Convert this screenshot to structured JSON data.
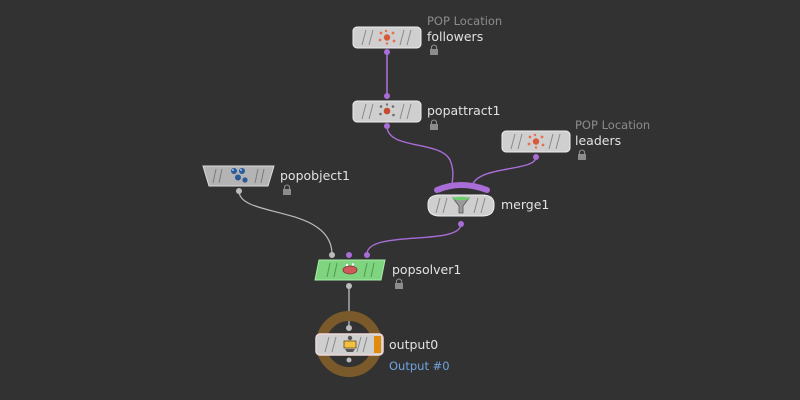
{
  "nodes": {
    "followers": {
      "name": "followers",
      "type_label": "POP Location",
      "icon": "pop-location-icon"
    },
    "popattract1": {
      "name": "popattract1",
      "icon": "pop-attract-icon"
    },
    "leaders": {
      "name": "leaders",
      "type_label": "POP Location",
      "icon": "pop-location-icon"
    },
    "popobject1": {
      "name": "popobject1",
      "icon": "pop-object-icon"
    },
    "merge1": {
      "name": "merge1",
      "icon": "merge-funnel-icon"
    },
    "popsolver1": {
      "name": "popsolver1",
      "icon": "pop-solver-icon"
    },
    "output0": {
      "name": "output0",
      "output_label": "Output #0",
      "icon": "output-icon"
    }
  },
  "colors": {
    "background": "#323232",
    "node_body": "#cfcfcf",
    "wire": "#bcbcbc",
    "wire_selected": "#a86dd6",
    "solver_node": "#7fd47f",
    "output_ring": "#7a5a2a",
    "output_flag": "#e08a10",
    "output_label": "#6fa3e0"
  }
}
